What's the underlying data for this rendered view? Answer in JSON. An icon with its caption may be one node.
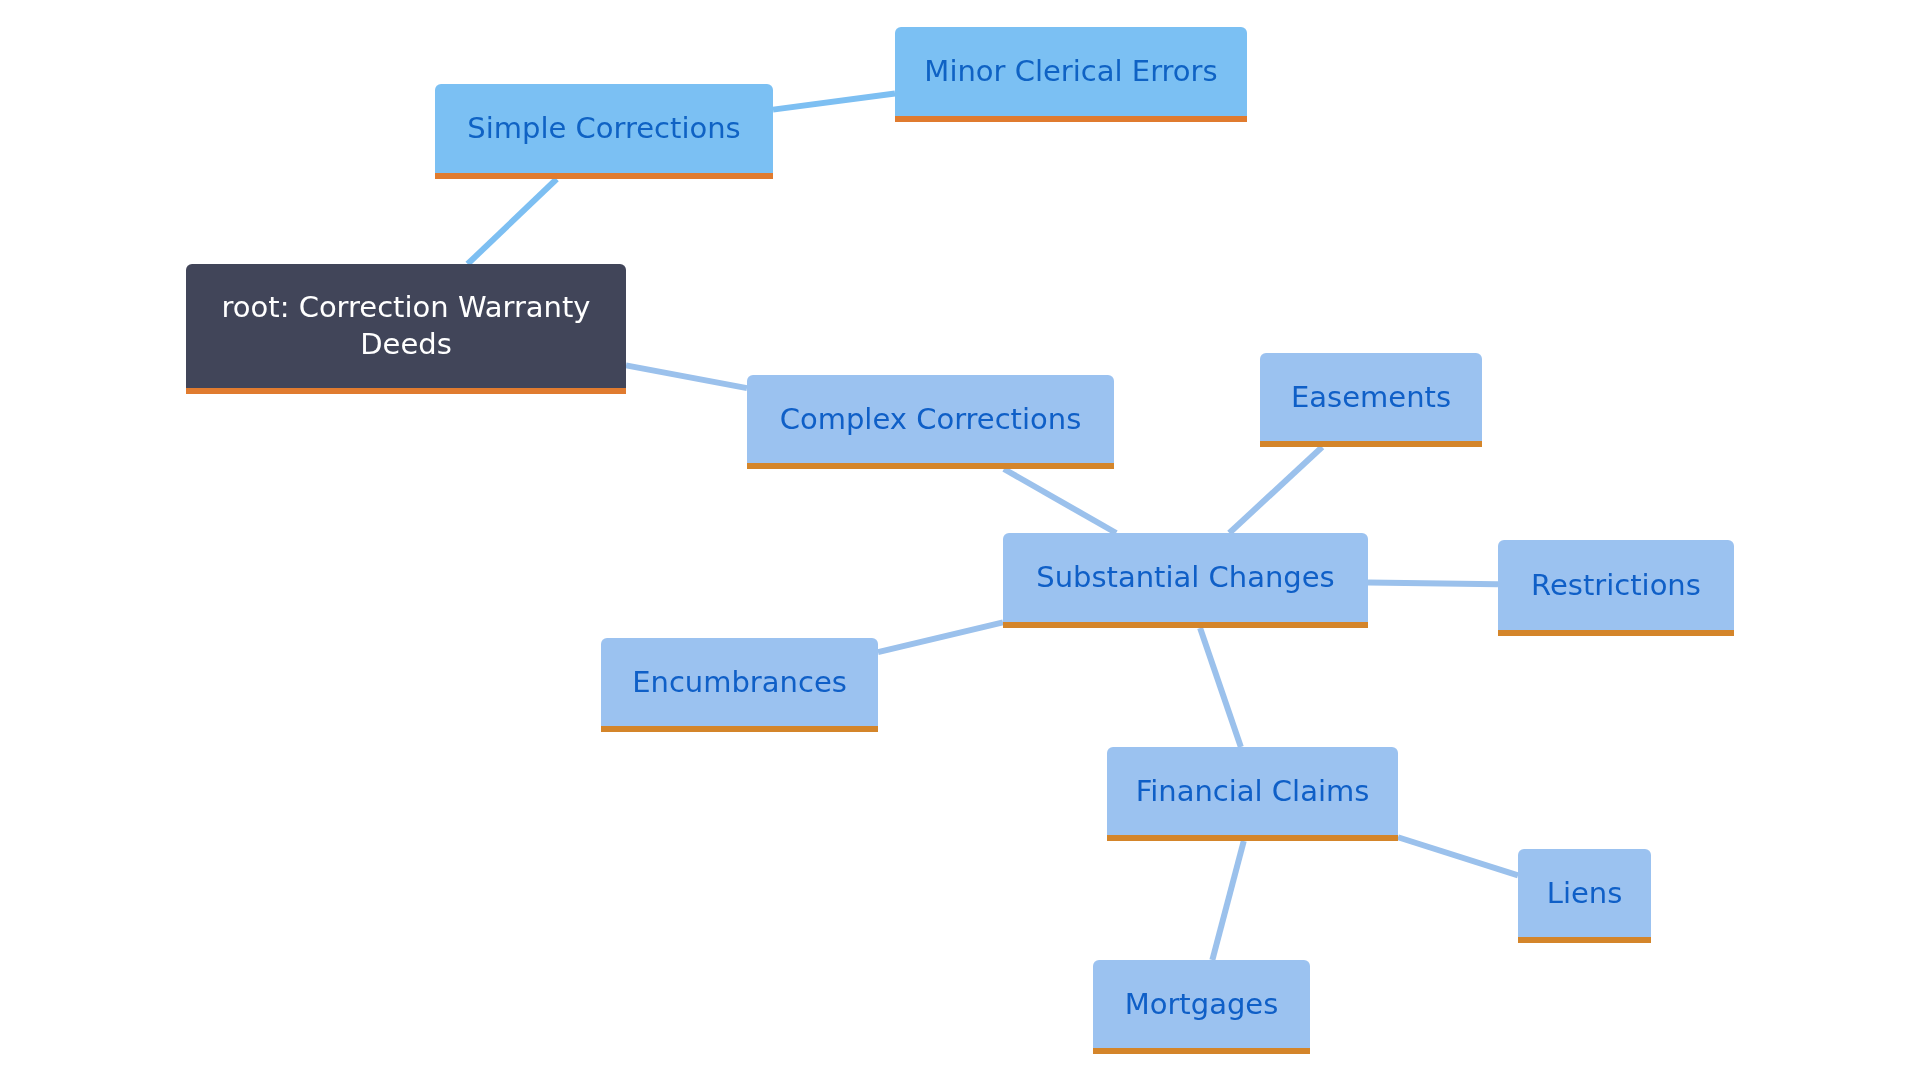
{
  "diagram": {
    "nodes": [
      {
        "text": [
          "root: Correction Warranty Deeds"
        ]
      },
      {
        "text": [
          "Simple Corrections"
        ]
      },
      {
        "text": [
          "Minor Clerical Errors"
        ]
      },
      {
        "text": [
          "Complex Corrections"
        ]
      },
      {
        "text": [
          "Substantial Changes"
        ]
      },
      {
        "text": [
          "Easements"
        ]
      },
      {
        "text": [
          "Restrictions"
        ]
      },
      {
        "text": [
          "Encumbrances"
        ]
      },
      {
        "text": [
          "Financial Claims"
        ]
      },
      {
        "text": [
          "Liens"
        ]
      },
      {
        "text": [
          "Mortgages"
        ]
      }
    ],
    "edges": [
      {
        "from": 0,
        "to": 1,
        "arrow": "none",
        "color": "#7dbff2"
      },
      {
        "from": 1,
        "to": 2,
        "arrow": "none",
        "color": "#7dbff2"
      },
      {
        "from": 0,
        "to": 3,
        "arrow": "none"
      },
      {
        "from": 3,
        "to": 4,
        "arrow": "none"
      },
      {
        "from": 4,
        "to": 5,
        "arrow": "none"
      },
      {
        "from": 4,
        "to": 6,
        "arrow": "none"
      },
      {
        "from": 4,
        "to": 7,
        "arrow": "none"
      },
      {
        "from": 4,
        "to": 8,
        "arrow": "none"
      },
      {
        "from": 8,
        "to": 9,
        "arrow": "none"
      },
      {
        "from": 8,
        "to": 10,
        "arrow": "none"
      }
    ]
  }
}
